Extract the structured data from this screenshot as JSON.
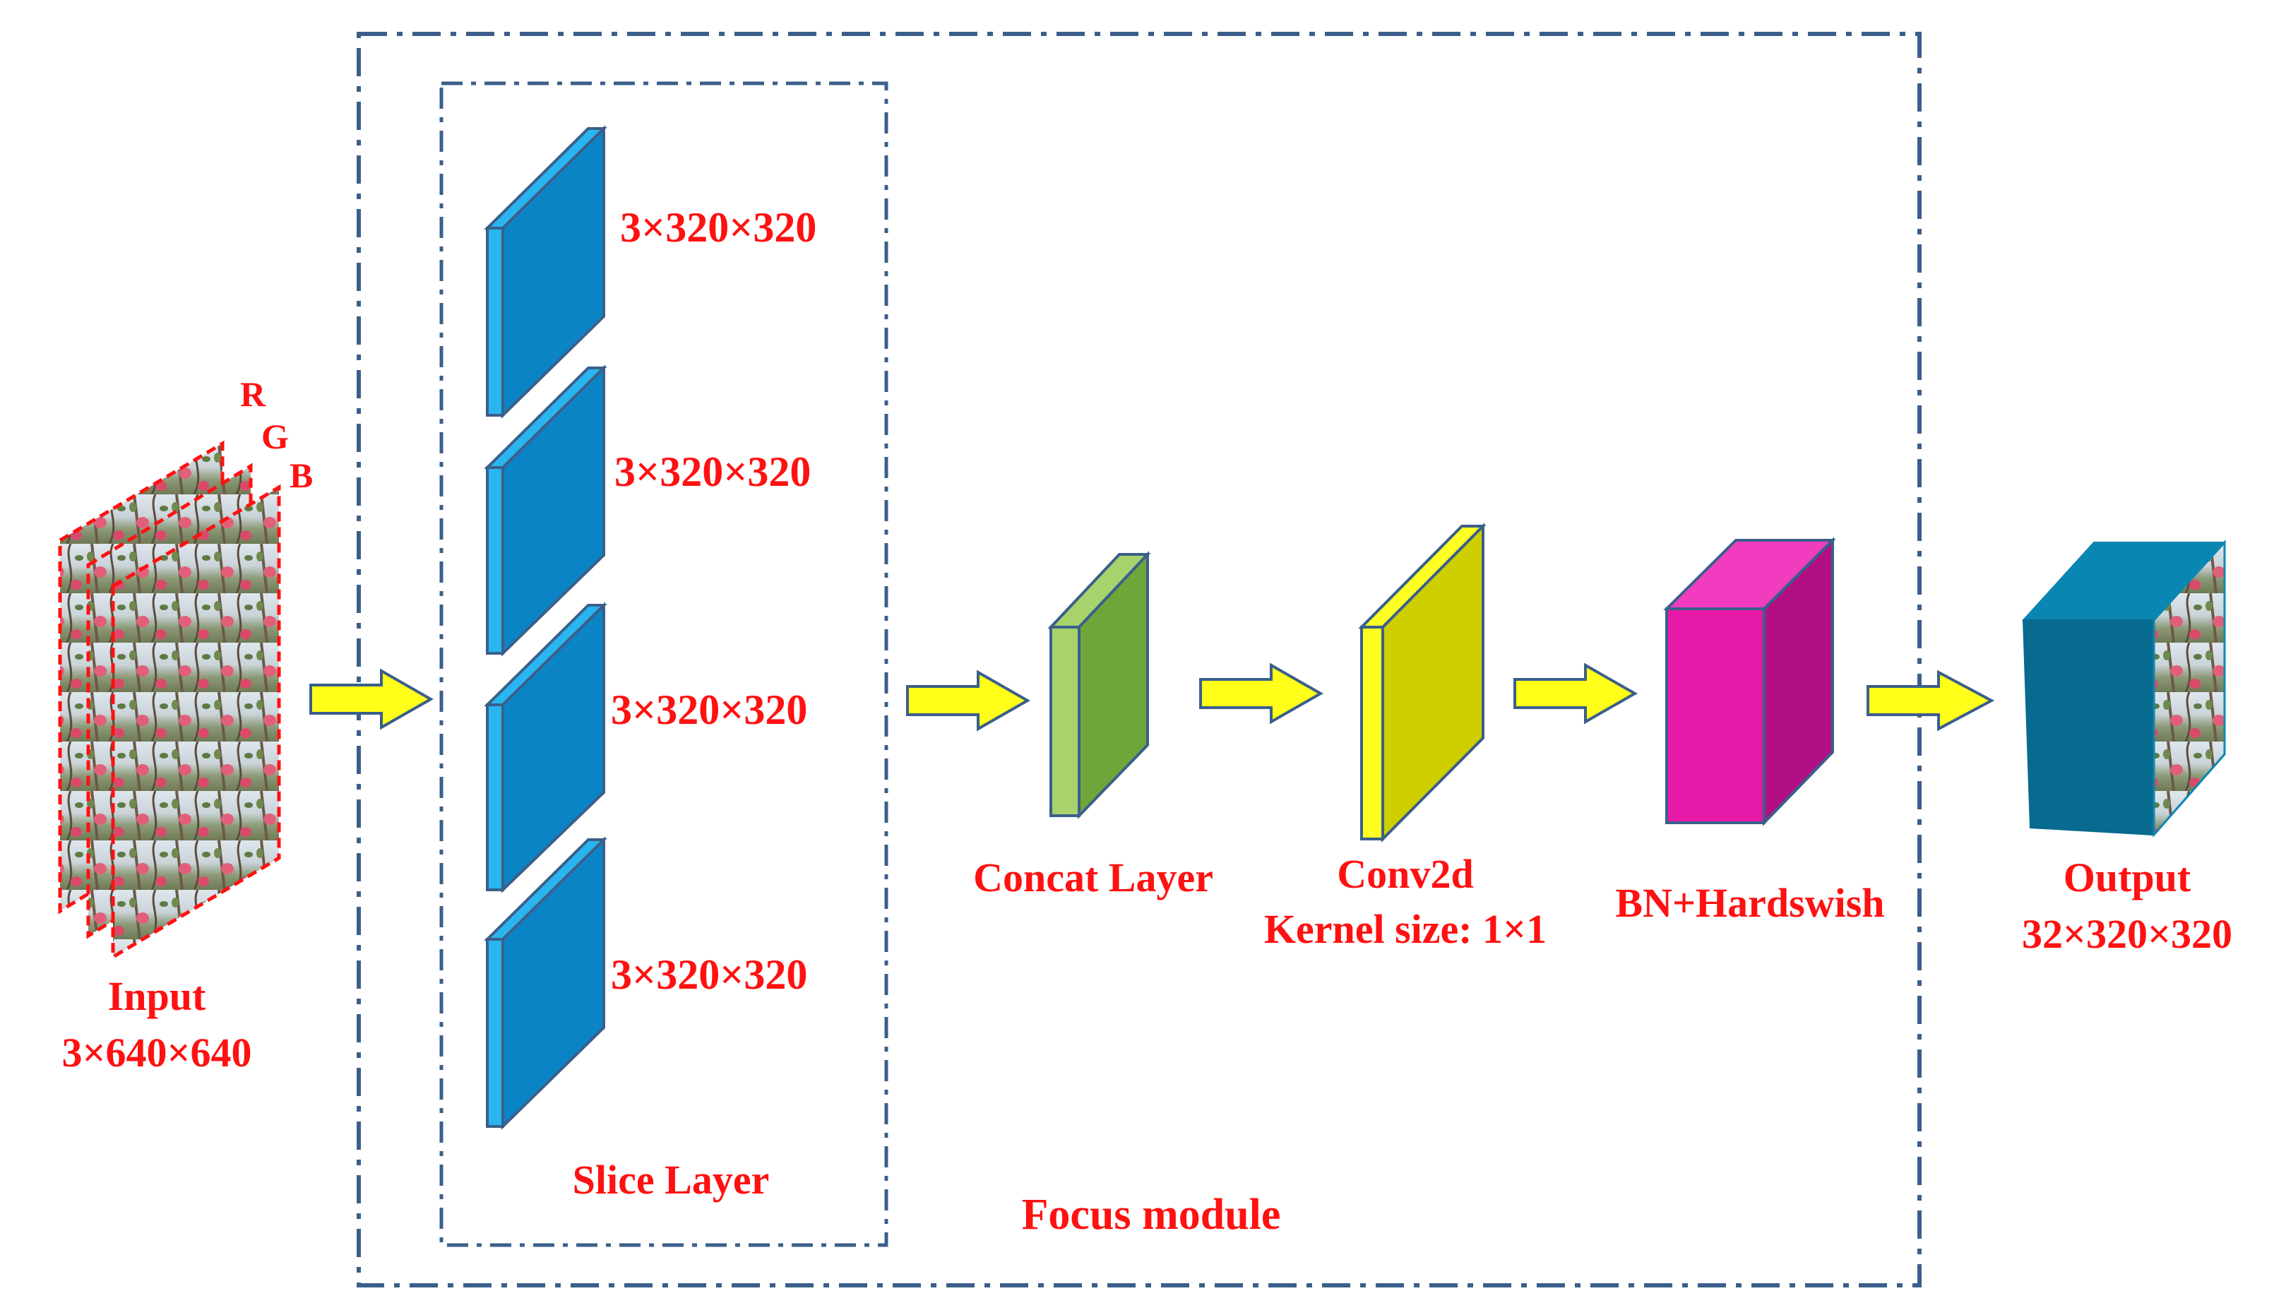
{
  "input": {
    "title": "Input",
    "dims": "3×640×640",
    "channels": [
      "R",
      "G",
      "B"
    ]
  },
  "slice_layer": {
    "title": "Slice Layer",
    "slices": [
      {
        "dims": "3×320×320"
      },
      {
        "dims": "3×320×320"
      },
      {
        "dims": "3×320×320"
      },
      {
        "dims": "3×320×320"
      }
    ]
  },
  "concat": {
    "title": "Concat Layer"
  },
  "conv": {
    "title": "Conv2d",
    "kernel": "Kernel size: 1×1"
  },
  "bn": {
    "title": "BN+Hardswish"
  },
  "output": {
    "title": "Output",
    "dims": "32×320×320"
  },
  "module": {
    "title": "Focus module"
  },
  "colors": {
    "label": "#ff1111",
    "slice_face": "#0b84c6",
    "slice_edge": "#29b6f0",
    "concat_face": "#6fa63a",
    "concat_edge": "#a8d36c",
    "conv_face": "#cfcf00",
    "conv_edge": "#ffff22",
    "bn_front": "#e619a8",
    "bn_side": "#b30f84",
    "bn_top": "#f23cc0",
    "output_face": "#076a8e",
    "output_top": "#0a86b2",
    "arrow": "#ffff1a",
    "frame": "#3b5f8a"
  }
}
